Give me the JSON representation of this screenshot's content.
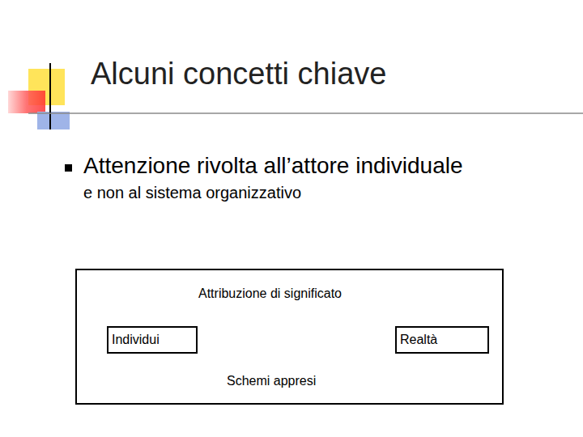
{
  "diagram": {
    "title": "Alcuni concetti chiave",
    "nodes": [
      {
        "text": [
          "Attribuzione di significato",
          "Schemi appresi"
        ]
      },
      {
        "text": [
          "Individui"
        ],
        "in": 0
      },
      {
        "text": [
          "Realtà"
        ],
        "in": 0
      }
    ],
    "edges": [
      {
        "from": 1,
        "to": 2,
        "arrow": "to"
      }
    ],
    "labels": [
      "Attenzione rivolta all’attore individuale",
      "e non al sistema organizzativo"
    ]
  }
}
